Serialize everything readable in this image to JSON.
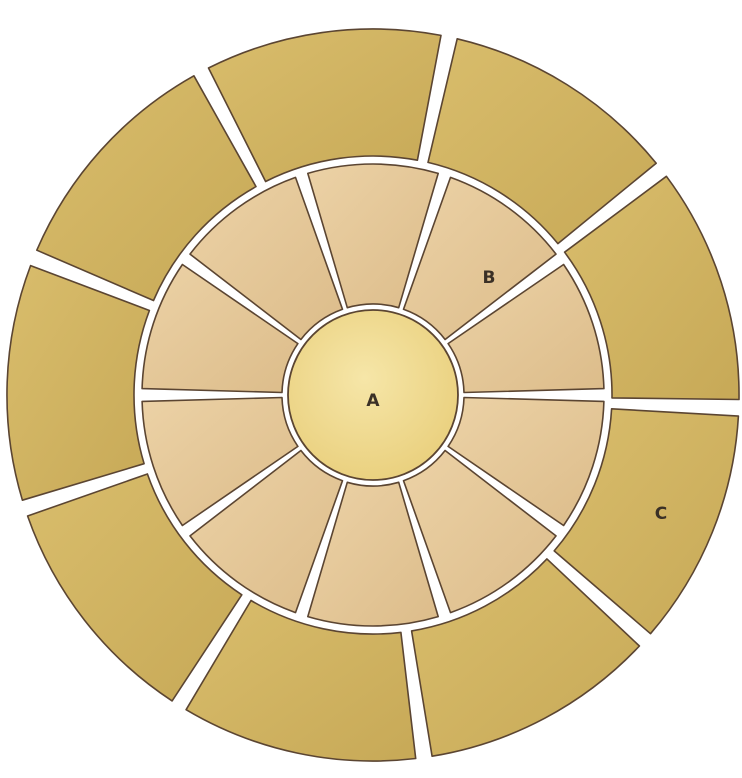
{
  "diagram": {
    "labels": {
      "centre": "A",
      "inner_ring": "B",
      "outer_ring": "C"
    },
    "counts": {
      "inner_ring_segments": 10,
      "outer_ring_segments": 9
    },
    "colors": {
      "centre_stone": "#efd98f",
      "inner_stone": "#e6c99b",
      "outer_stone": "#d1b45e",
      "joint_outline": "#5b4532",
      "background": "#ffffff"
    }
  }
}
